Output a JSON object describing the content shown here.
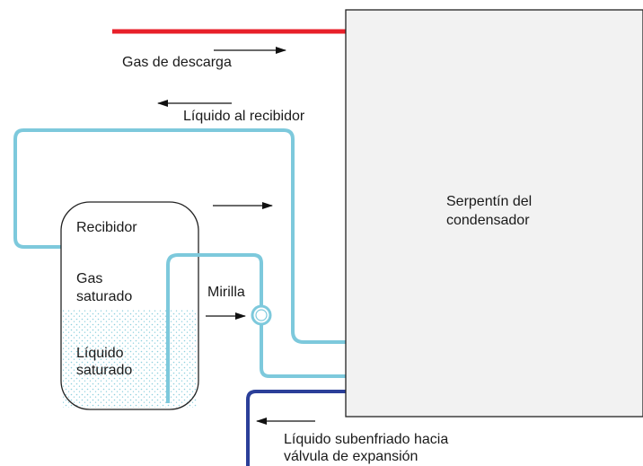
{
  "labels": {
    "discharge_gas": "Gas de descarga",
    "liquid_to_receiver": "Líquido al recibidor",
    "condenser_coil": [
      "Serpentín del",
      "condensador"
    ],
    "receiver": "Recibidor",
    "saturated_gas": [
      "Gas",
      "saturado"
    ],
    "saturated_liquid": [
      "Líquido",
      "saturado"
    ],
    "sight_glass": "Mirilla",
    "subcooled_liquid": [
      "Líquido subenfriado hacia",
      "válvula de expansión"
    ]
  },
  "colors": {
    "discharge_line": "#e8202a",
    "liquid_line": "#7dc9dc",
    "subcooled_line": "#2b3f99",
    "liquid_dots": "#8fd0de",
    "outline": "#222222",
    "condenser_fill": "#f2f2f2"
  }
}
